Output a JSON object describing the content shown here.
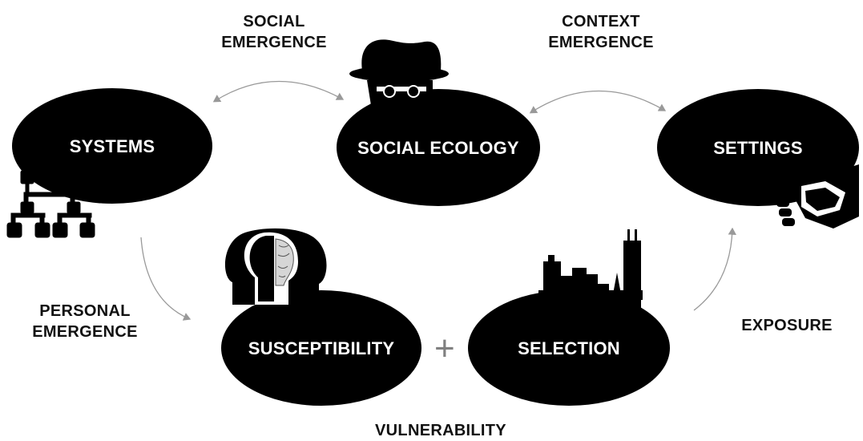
{
  "nodes": {
    "systems": "SYSTEMS",
    "social_ecology": "SOCIAL ECOLOGY",
    "settings": "SETTINGS",
    "susceptibility": "SUSCEPTIBILITY",
    "selection": "SELECTION"
  },
  "labels": {
    "social_emergence_1": "SOCIAL",
    "social_emergence_2": "EMERGENCE",
    "context_emergence_1": "CONTEXT",
    "context_emergence_2": "EMERGENCE",
    "personal_emergence_1": "PERSONAL",
    "personal_emergence_2": "EMERGENCE",
    "exposure": "EXPOSURE",
    "vulnerability": "VULNERABILITY",
    "plus": "+"
  },
  "colors": {
    "node": "#000000",
    "arrow": "#999999",
    "plus": "#808080"
  },
  "icons": [
    "hierarchy-icon",
    "spy-hat-icon",
    "handshake-icon",
    "head-lightbulb-brain-icon",
    "city-skyline-icon"
  ]
}
